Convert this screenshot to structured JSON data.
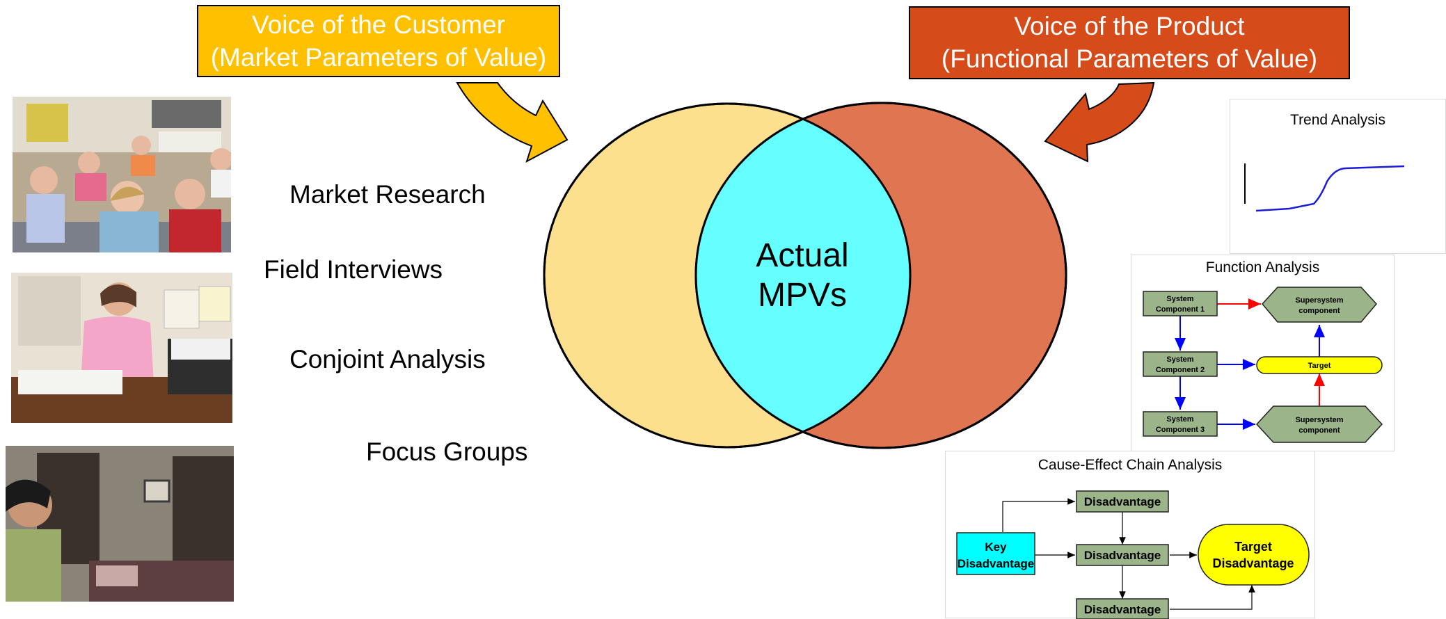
{
  "banners": {
    "customer": {
      "line1": "Voice of the Customer",
      "line2": "(Market Parameters of Value)",
      "color": "#FFC000"
    },
    "product": {
      "line1": "Voice of the Product",
      "line2": "(Functional Parameters of Value)",
      "color": "#D54B1A"
    }
  },
  "methods": [
    "Market Research",
    "Field Interviews",
    "Conjoint Analysis",
    "Focus Groups"
  ],
  "venn": {
    "intersection_line1": "Actual",
    "intersection_line2": "MPVs",
    "left_color": "#FCE08E",
    "right_color": "#E07551",
    "intersection_color": "#66FFFF"
  },
  "photos": [
    {
      "name": "classroom-children-photo"
    },
    {
      "name": "teacher-interview-photo"
    },
    {
      "name": "living-room-interview-photo"
    }
  ],
  "trend_panel": {
    "title": "Trend Analysis"
  },
  "function_panel": {
    "title": "Function Analysis",
    "nodes": {
      "sys1_l1": "System",
      "sys1_l2": "Component 1",
      "sys2_l1": "System",
      "sys2_l2": "Component 2",
      "sys3_l1": "System",
      "sys3_l2": "Component 3",
      "super1_l1": "Supersystem",
      "super1_l2": "component",
      "super2_l1": "Supersystem",
      "super2_l2": "component",
      "target": "Target"
    }
  },
  "cause_effect_panel": {
    "title": "Cause-Effect Chain Analysis",
    "key_l1": "Key",
    "key_l2": "Disadvantage",
    "dis_top": "Disadvantage",
    "dis_mid": "Disadvantage",
    "dis_bottom": "Disadvantage",
    "target_l1": "Target",
    "target_l2": "Disadvantage"
  }
}
